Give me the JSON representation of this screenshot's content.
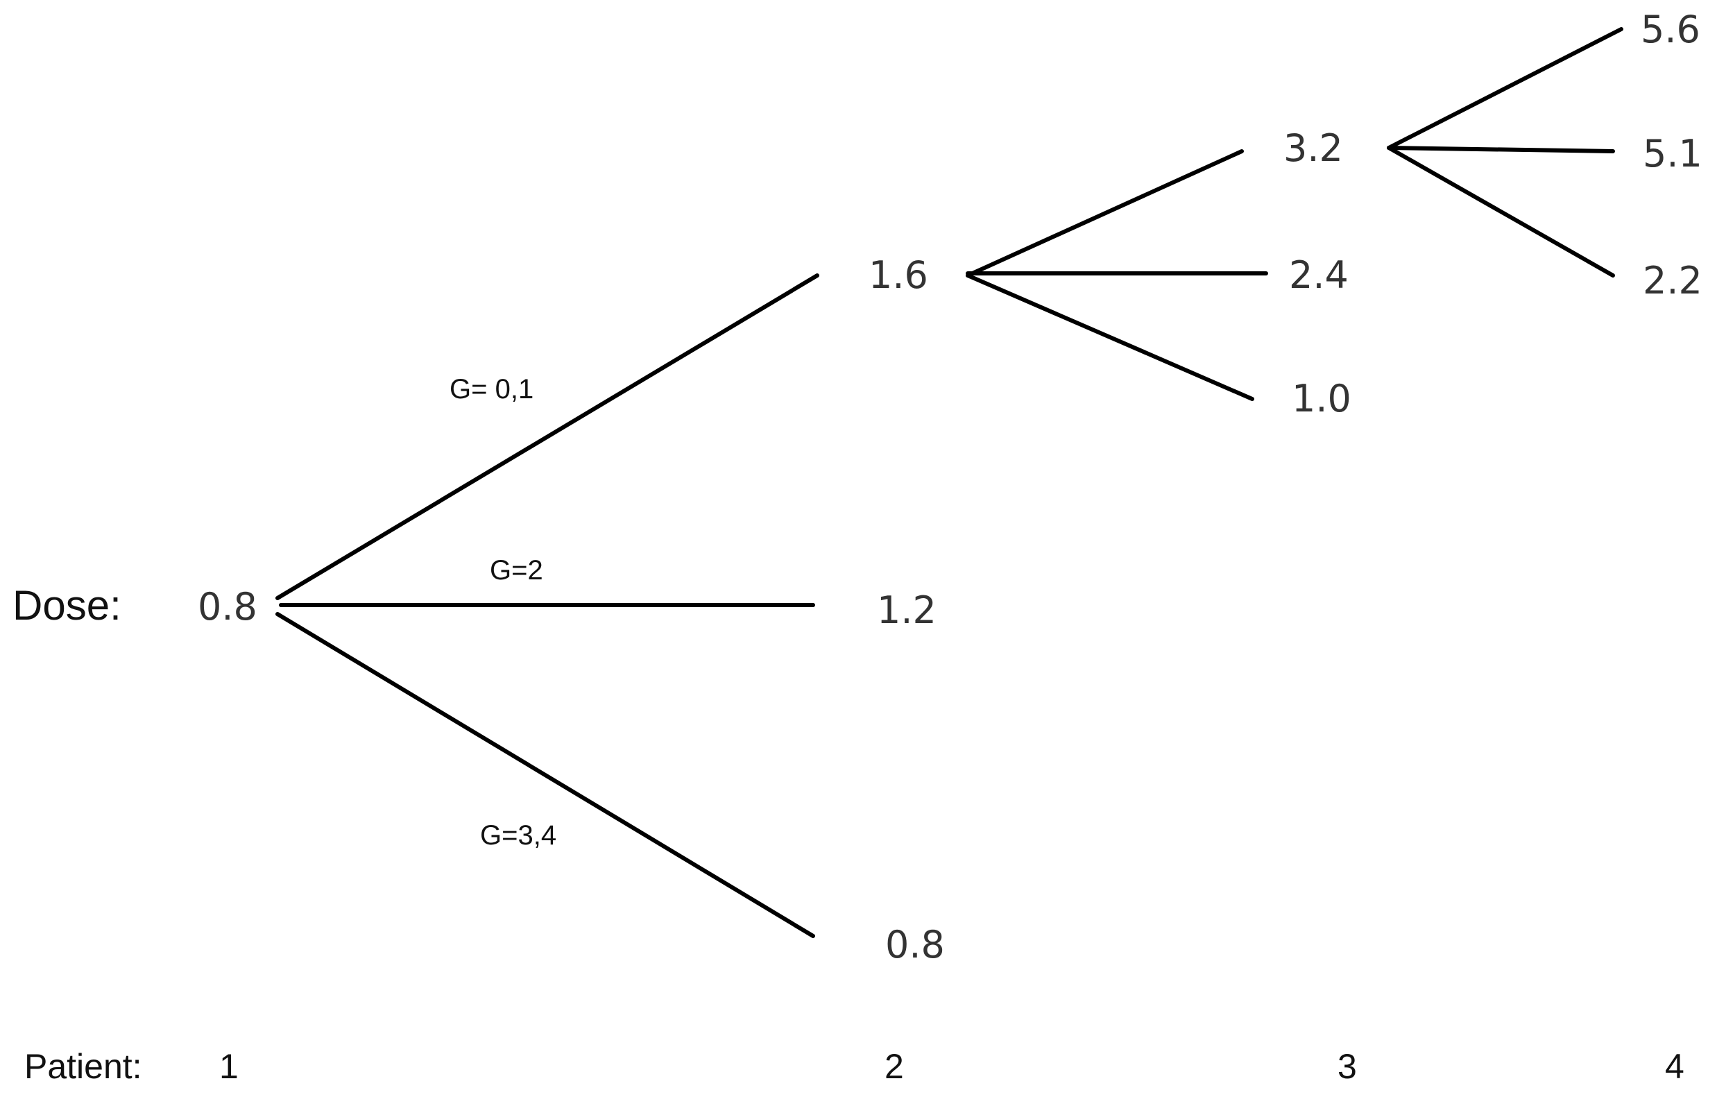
{
  "axis": {
    "dose_label": "Dose:",
    "patient_label": "Patient:",
    "patients": [
      "1",
      "2",
      "3",
      "4"
    ]
  },
  "nodes": {
    "root": "0.8",
    "p2_high": "1.6",
    "p2_mid": "1.2",
    "p2_low": "0.8",
    "p3_high": "3.2",
    "p3_mid": "2.4",
    "p3_low": "1.0",
    "p4_high": "5.6",
    "p4_mid": "5.1",
    "p4_low": "2.2"
  },
  "edges": {
    "up": "G= 0,1",
    "mid": "G=2",
    "down": "G=3,4"
  },
  "colors": {
    "line": "#000000",
    "text": "#222222"
  }
}
